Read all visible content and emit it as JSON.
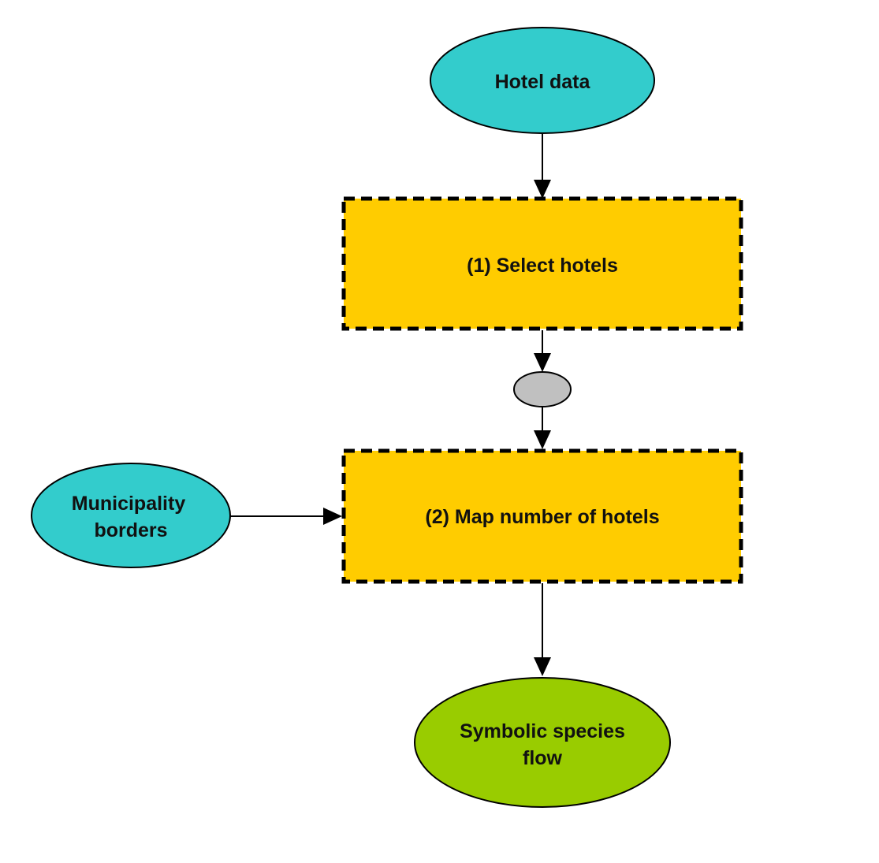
{
  "colors": {
    "input_fill": "#33CCCC",
    "process_fill": "#FFCC00",
    "output_fill": "#99CC00",
    "connector_fill": "#C0C0C0",
    "outline": "#000000",
    "process_border_dash": "#000000"
  },
  "nodes": {
    "hotel_data": {
      "label": "Hotel data"
    },
    "select_hotels": {
      "label": "(1) Select hotels"
    },
    "connector": {
      "label": ""
    },
    "municipality_borders": {
      "line1": "Municipality",
      "line2": "borders"
    },
    "map_hotels": {
      "label": "(2) Map number of hotels"
    },
    "output": {
      "line1": "Symbolic species",
      "line2": "flow"
    }
  },
  "edges": [
    {
      "from": "hotel_data",
      "to": "select_hotels"
    },
    {
      "from": "select_hotels",
      "to": "connector"
    },
    {
      "from": "connector",
      "to": "map_hotels"
    },
    {
      "from": "municipality_borders",
      "to": "map_hotels"
    },
    {
      "from": "map_hotels",
      "to": "output"
    }
  ]
}
